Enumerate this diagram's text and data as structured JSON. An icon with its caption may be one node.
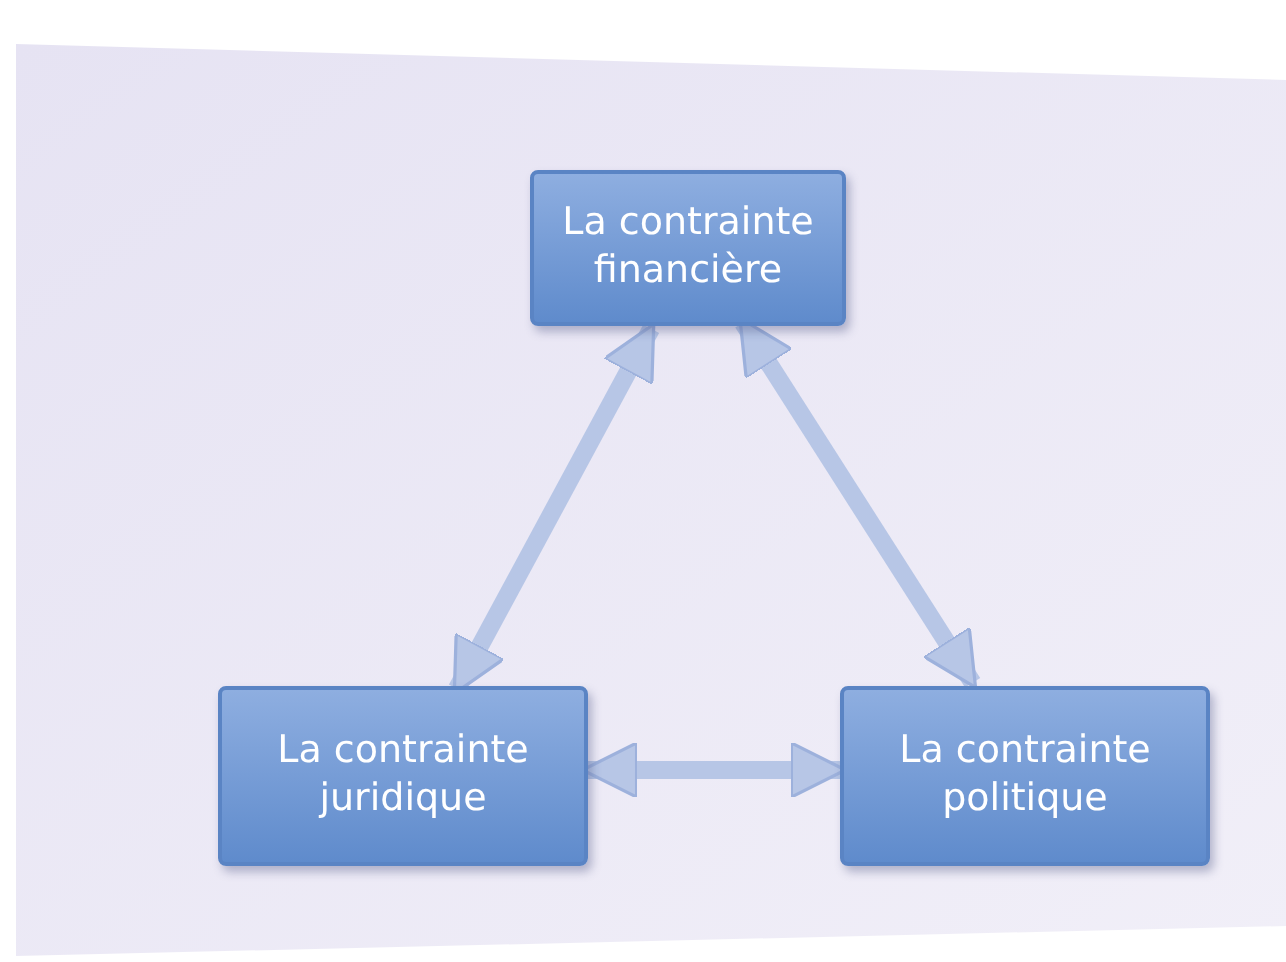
{
  "diagram": {
    "nodes": [
      {
        "text": [
          "La contrainte financière"
        ]
      },
      {
        "text": [
          "La contrainte juridique"
        ]
      },
      {
        "text": [
          "La contrainte politique"
        ]
      }
    ],
    "edges": [
      {
        "from": 0,
        "to": 1,
        "arrow": "both"
      },
      {
        "from": 0,
        "to": 2,
        "arrow": "both"
      },
      {
        "from": 1,
        "to": 2,
        "arrow": "both"
      }
    ]
  }
}
